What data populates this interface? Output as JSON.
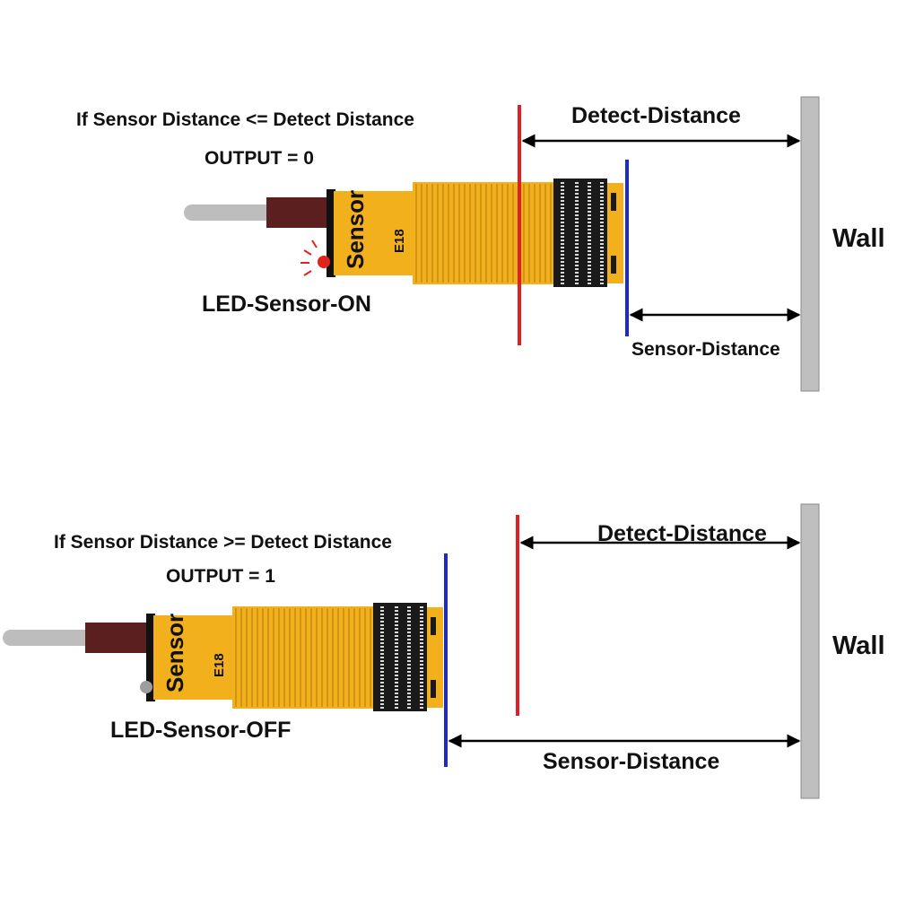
{
  "colors": {
    "sensor_body": "#F2B01C",
    "sensor_ridge": "#B07A0E",
    "cable": "#5B1F1F",
    "wire": "#BDBDBD",
    "wall": "#BFBFBF",
    "detect_line": "#E01E25",
    "sensor_line": "#1B2AC8",
    "led_on": "#E2231A",
    "led_off": "#9E9E9E"
  },
  "icons": [
    "proximity-sensor-icon",
    "led-icon",
    "wall-icon",
    "double-arrow-icon"
  ],
  "scenarios": [
    {
      "condition": "If  Sensor Distance <= Detect Distance",
      "output": "OUTPUT = 0",
      "led_label": "LED-Sensor-ON",
      "led_state": "on",
      "sensor_text": "Sensor",
      "model_text": "E18",
      "detect_label": "Detect-Distance",
      "sensor_distance_label": "Sensor-Distance",
      "wall_label": "Wall"
    },
    {
      "condition": "If  Sensor Distance >= Detect Distance",
      "output": "OUTPUT = 1",
      "led_label": "LED-Sensor-OFF",
      "led_state": "off",
      "sensor_text": "Sensor",
      "model_text": "E18",
      "detect_label": "Detect-Distance",
      "sensor_distance_label": "Sensor-Distance",
      "wall_label": "Wall"
    }
  ]
}
